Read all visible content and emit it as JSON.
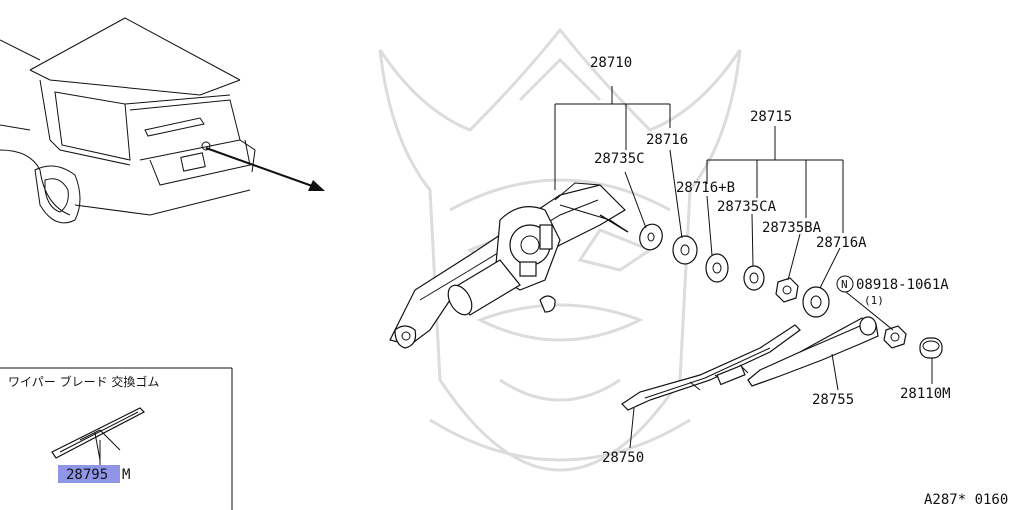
{
  "labels": {
    "p28710": "28710",
    "p28716": "28716",
    "p28735C": "28735C",
    "p28715": "28715",
    "p28716B": "28716+B",
    "p28735CA": "28735CA",
    "p28735BA": "28735BA",
    "p28716A": "28716A",
    "nut_circle": "N",
    "p08918": "08918-1061A",
    "qty": "(1)",
    "p28755": "28755",
    "p28110M": "28110M",
    "p28750": "28750",
    "p28795": "28795",
    "p28795_suffix": "M"
  },
  "inset": {
    "title": "ワイパー ブレード 交換ゴム"
  },
  "footer": {
    "code": "A287* 0160"
  },
  "colors": {
    "highlight": "#8f96e8",
    "ink": "#111111",
    "watermark": "#d9d9d9"
  }
}
